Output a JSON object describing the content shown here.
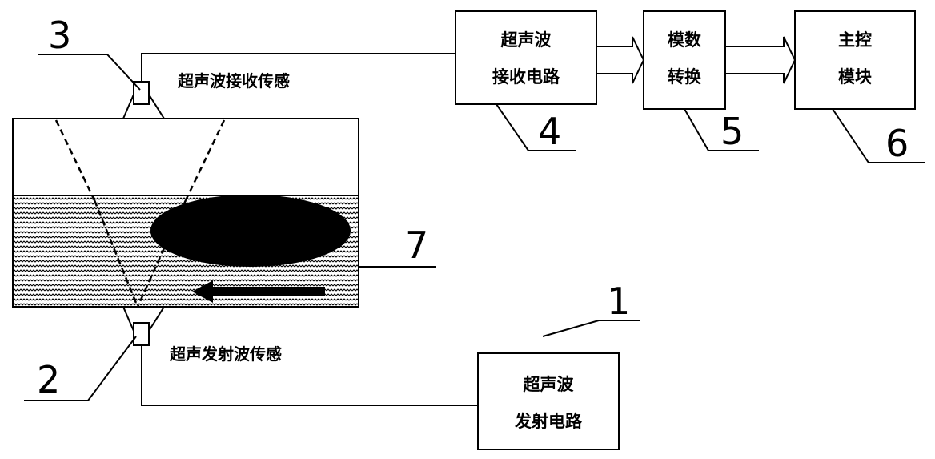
{
  "labels": {
    "receiver_sensor": "超声波接收传感",
    "transmitter_sensor": "超声发射波传感"
  },
  "boxes": {
    "receive_circuit": {
      "line1": "超声波",
      "line2": "接收电路"
    },
    "adc": {
      "line1": "模数",
      "line2": "转换"
    },
    "main_control": {
      "line1": "主控",
      "line2": "模块"
    },
    "transmit_circuit": {
      "line1": "超声波",
      "line2": "发射电路"
    }
  },
  "numbers": {
    "n1": "1",
    "n2": "2",
    "n3": "3",
    "n4": "4",
    "n5": "5",
    "n6": "6",
    "n7": "7"
  },
  "colors": {
    "ink": "#000000",
    "background": "#ffffff"
  }
}
